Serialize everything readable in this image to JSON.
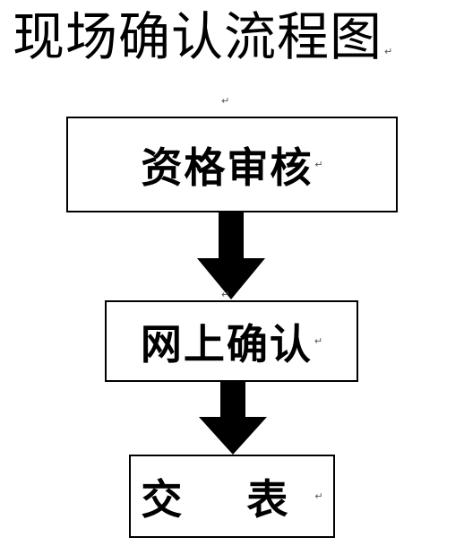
{
  "title": "现场确认流程图",
  "paragraph_mark": "↵",
  "steps": [
    {
      "label": "资格审核"
    },
    {
      "label": "网上确认"
    },
    {
      "label": "交 表"
    }
  ]
}
